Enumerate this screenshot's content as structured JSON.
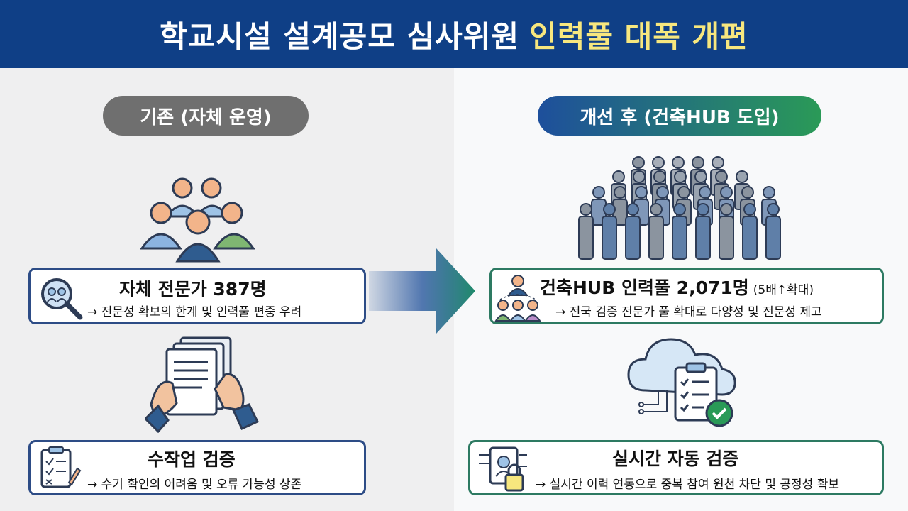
{
  "header": {
    "title_main": "학교시설 설계공모 심사위원",
    "title_highlight": "인력풀 대폭 개편"
  },
  "left": {
    "pill_label": "기존 (자체 운영)",
    "card1": {
      "title": "자체 전문가 387명",
      "subtitle": "→ 전문성 확보의 한계 및 인력풀 편중 우려"
    },
    "card2": {
      "title": "수작업 검증",
      "subtitle": "→ 수기 확인의 어려움 및 오류 가능성 상존"
    }
  },
  "right": {
    "pill_label": "개선 후 (건축HUB 도입)",
    "card1": {
      "title": "건축HUB 인력풀 2,071명",
      "title_suffix": "(5배↑확대)",
      "subtitle": "→ 전국 검증 전문가 풀 확대로 다양성 및 전문성 제고"
    },
    "card2": {
      "title": "실시간 자동 검증",
      "subtitle": "→ 실시간 이력 연동으로 중복 참여 원천 차단 및 공정성 확보"
    }
  },
  "colors": {
    "header_bg": "#0f3f86",
    "highlight": "#f7e77e",
    "left_pill": "#6f6f6f",
    "right_pill_start": "#1e4f9c",
    "right_pill_end": "#2a9a57"
  }
}
